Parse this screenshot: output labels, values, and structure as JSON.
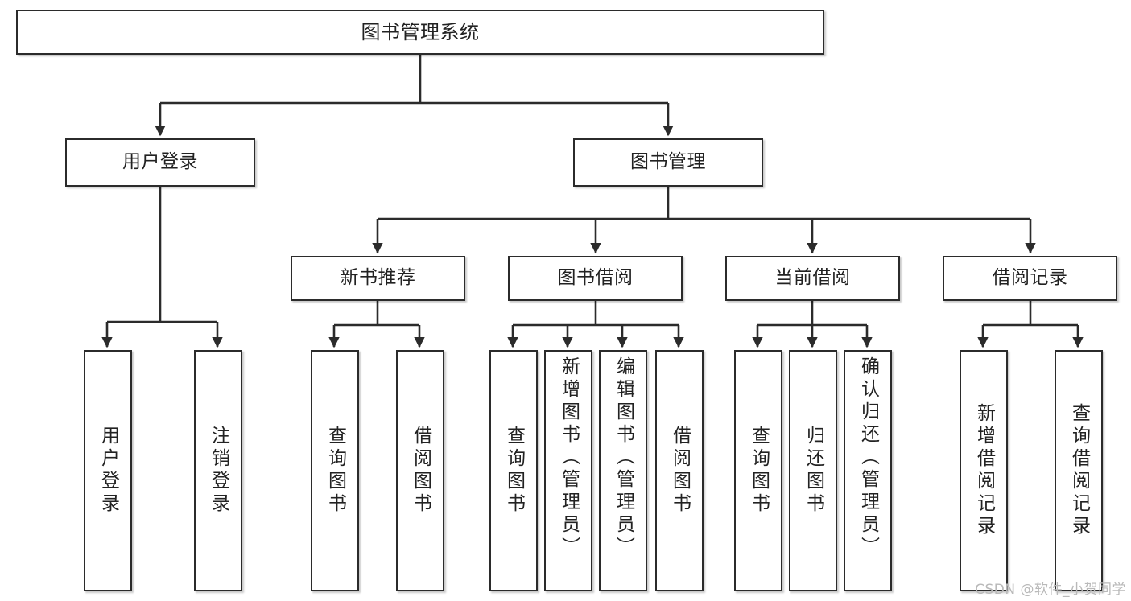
{
  "diagram": {
    "title": "图书管理系统",
    "type": "tree-hierarchy",
    "watermark": "CSDN @软件_小贺同学",
    "colors": {
      "node_border": "#2b2b2b",
      "node_fill": "#ffffff",
      "edge": "#2b2b2b",
      "text": "#222222",
      "watermark": "#b9b9b9"
    },
    "nodes": {
      "root": {
        "label": "图书管理系统"
      },
      "level2": [
        {
          "id": "user-login",
          "label": "用户登录"
        },
        {
          "id": "book-manage",
          "label": "图书管理"
        }
      ],
      "level3": [
        {
          "id": "new-book-recommend",
          "label": "新书推荐"
        },
        {
          "id": "book-borrow",
          "label": "图书借阅"
        },
        {
          "id": "current-borrow",
          "label": "当前借阅"
        },
        {
          "id": "borrow-record",
          "label": "借阅记录"
        }
      ],
      "leaves": [
        {
          "id": "leaf-user-login",
          "label": "用户登录",
          "parent": "user-login"
        },
        {
          "id": "leaf-logout-login",
          "label": "注销登录",
          "parent": "user-login"
        },
        {
          "id": "leaf-query-book-1",
          "label": "查询图书",
          "parent": "new-book-recommend"
        },
        {
          "id": "leaf-borrow-book-1",
          "label": "借阅图书",
          "parent": "new-book-recommend"
        },
        {
          "id": "leaf-query-book-2",
          "label": "查询图书",
          "parent": "book-borrow"
        },
        {
          "id": "leaf-add-book-admin",
          "label": "新增图书（管理员）",
          "parent": "book-borrow"
        },
        {
          "id": "leaf-edit-book-admin",
          "label": "编辑图书（管理员）",
          "parent": "book-borrow"
        },
        {
          "id": "leaf-borrow-book-2",
          "label": "借阅图书",
          "parent": "book-borrow"
        },
        {
          "id": "leaf-query-book-3",
          "label": "查询图书",
          "parent": "current-borrow"
        },
        {
          "id": "leaf-return-book",
          "label": "归还图书",
          "parent": "current-borrow"
        },
        {
          "id": "leaf-confirm-return-admin",
          "label": "确认归还（管理员）",
          "parent": "current-borrow"
        },
        {
          "id": "leaf-add-borrow-record",
          "label": "新增借阅记录",
          "parent": "borrow-record"
        },
        {
          "id": "leaf-query-borrow-record",
          "label": "查询借阅记录",
          "parent": "borrow-record"
        }
      ]
    }
  }
}
